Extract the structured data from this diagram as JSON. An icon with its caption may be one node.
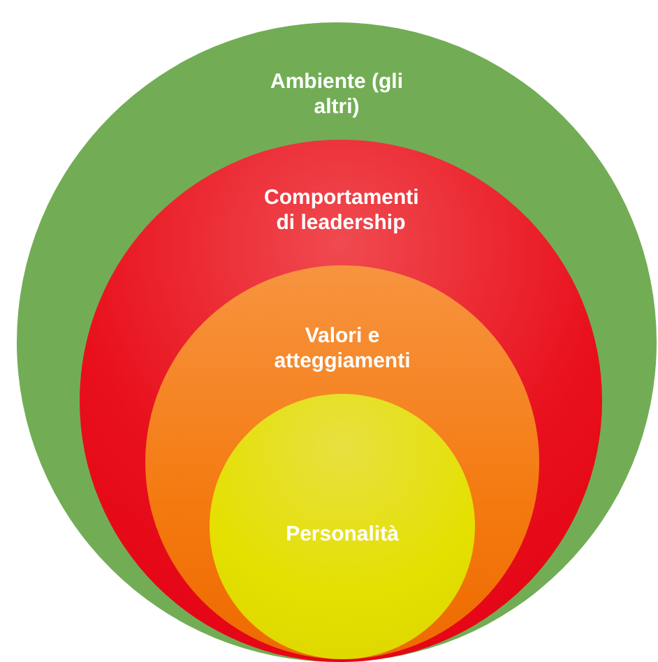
{
  "diagram": {
    "nodes": [
      {
        "text": [
          "Ambiente (gli altri)"
        ]
      },
      {
        "text": [
          "Comportamenti di leadership"
        ],
        "in": 0
      },
      {
        "text": [
          "Valori e atteggiamenti"
        ],
        "in": 1
      },
      {
        "text": [
          "Personalità"
        ],
        "in": 2
      }
    ]
  }
}
